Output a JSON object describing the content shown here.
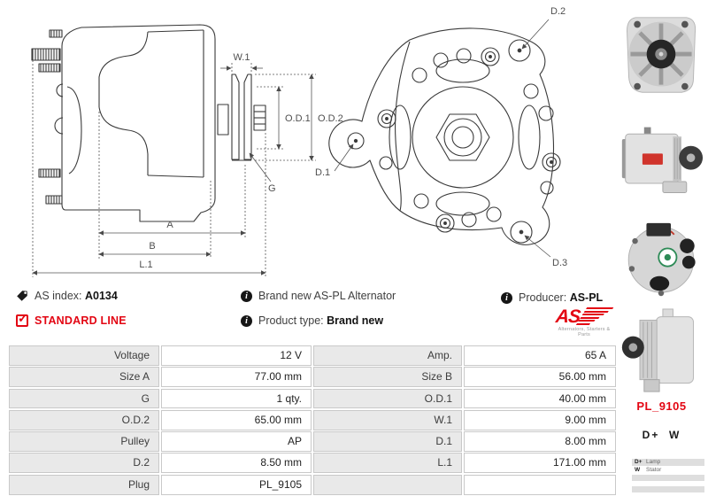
{
  "info": {
    "as_index_label": "AS index:",
    "as_index_value": "A0134",
    "standard_line": "STANDARD LINE",
    "brand_new_text": "Brand new AS-PL Alternator",
    "product_type_label": "Product type:",
    "product_type_value": "Brand new",
    "producer_label": "Producer:",
    "producer_value": "AS-PL",
    "logo_text": "AS",
    "logo_subtext": "Alternators, Starters & Parts"
  },
  "icons": {
    "as_index": "tag-icon",
    "standard_line": "checkbox-checked-icon",
    "info": "info-icon"
  },
  "diagram": {
    "side_view_labels": {
      "w1": "W.1",
      "od1": "O.D.1",
      "od2": "O.D.2",
      "g": "G",
      "a": "A",
      "b": "B",
      "l1": "L.1"
    },
    "front_view_labels": {
      "d1": "D.1",
      "d2": "D.2",
      "d3": "D.3"
    }
  },
  "specs": {
    "rows": [
      {
        "l1": "Voltage",
        "v1": "12 V",
        "l2": "Amp.",
        "v2": "65 A"
      },
      {
        "l1": "Size A",
        "v1": "77.00 mm",
        "l2": "Size B",
        "v2": "56.00 mm"
      },
      {
        "l1": "G",
        "v1": "1 qty.",
        "l2": "O.D.1",
        "v2": "40.00 mm"
      },
      {
        "l1": "O.D.2",
        "v1": "65.00 mm",
        "l2": "W.1",
        "v2": "9.00 mm"
      },
      {
        "l1": "Pulley",
        "v1": "AP",
        "l2": "D.1",
        "v2": "8.00 mm"
      },
      {
        "l1": "D.2",
        "v1": "8.50 mm",
        "l2": "L.1",
        "v2": "171.00 mm"
      },
      {
        "l1": "Plug",
        "v1": "PL_9105",
        "l2": "",
        "v2": ""
      }
    ]
  },
  "sidebar": {
    "plug_code": "PL_9105",
    "terminals": "D+  W",
    "photos": [
      "alternator-front-view",
      "alternator-side-view-pulley-right",
      "alternator-back-view",
      "alternator-side-view-pulley-left"
    ],
    "legend": [
      {
        "key": "D+",
        "value": "Lamp"
      },
      {
        "key": "W",
        "value": "Stator"
      }
    ]
  },
  "colors": {
    "accent_red": "#e30613",
    "table_label_bg": "#e9e9e9",
    "table_border": "#c9c9c9"
  }
}
